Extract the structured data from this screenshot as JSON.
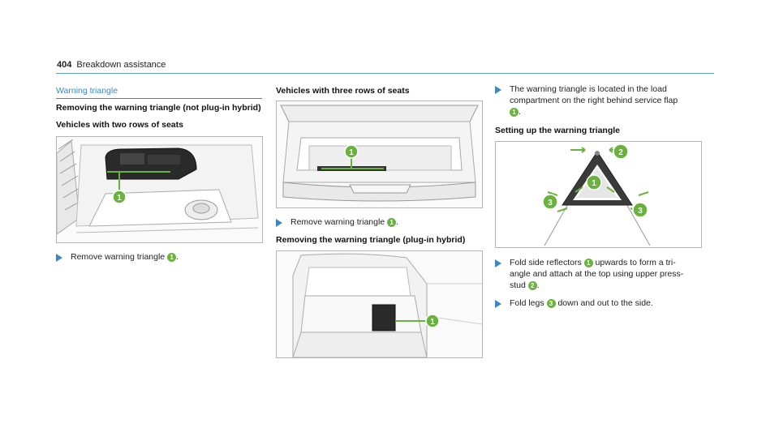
{
  "header": {
    "page_number": "404",
    "section": "Breakdown assistance"
  },
  "col1": {
    "section_title": "Warning triangle",
    "heading_not_plugin": "Removing the warning triangle (not plug-in hybrid)",
    "subheading_two_rows": "Vehicles with two rows of seats",
    "step_remove": "Remove warning triangle",
    "badge": "1"
  },
  "col2": {
    "subheading_three_rows": "Vehicles with three rows of seats",
    "step_remove": "Remove warning triangle",
    "heading_plugin": "Removing the warning triangle (plug-in hybrid)",
    "badge": "1"
  },
  "col3": {
    "step_location_a": "The warning triangle is located in the load",
    "step_location_b": "compartment on the right behind service flap",
    "heading_setup": "Setting up the warning triangle",
    "step_fold_a": "Fold side reflectors",
    "step_fold_b": "upwards to form a tri-",
    "step_fold_c": "angle and attach at the top using upper press-",
    "step_fold_d": "stud",
    "step_legs_a": "Fold legs",
    "step_legs_b": "down and out to the side.",
    "badge_1": "1",
    "badge_2": "2",
    "badge_3": "3"
  },
  "colors": {
    "accent_blue": "#3d88c4",
    "callout_green": "#6ab23e"
  }
}
